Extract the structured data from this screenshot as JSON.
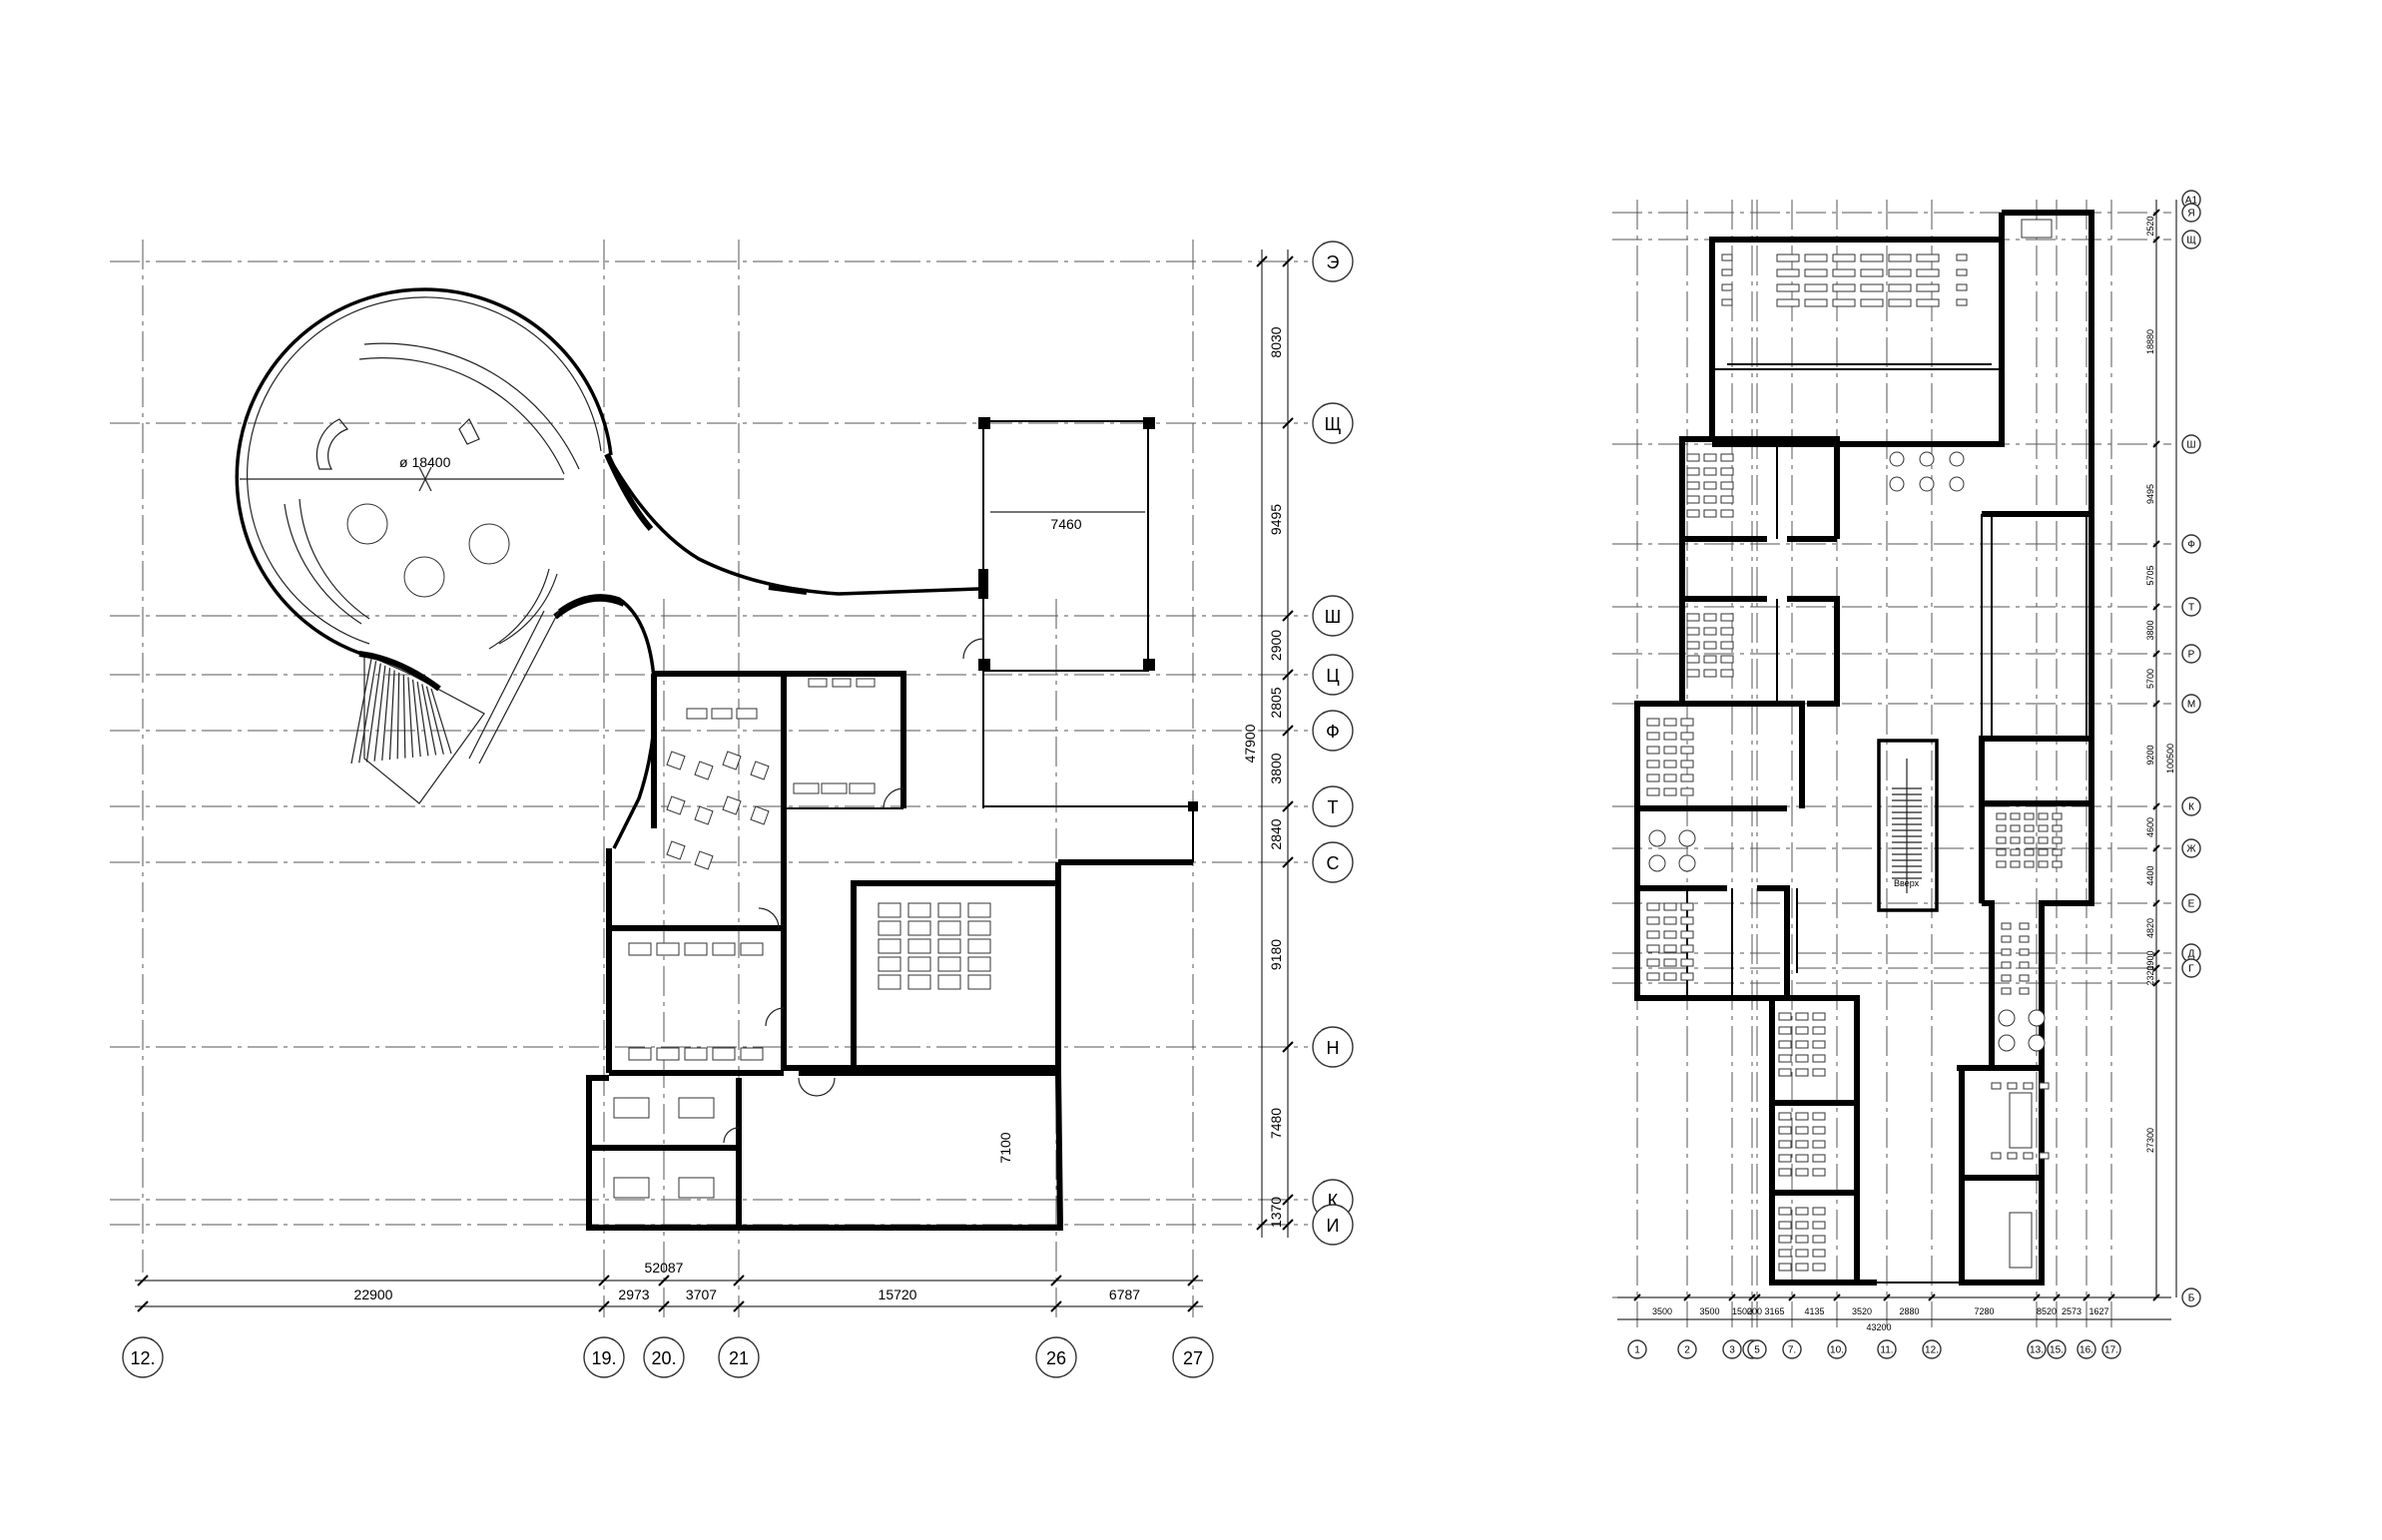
{
  "plan_a": {
    "dims_bottom": [
      "22900",
      "2973",
      "3707",
      "15720",
      "6787"
    ],
    "dim_total": "52087",
    "axes_bottom": [
      "12.",
      "19.",
      "20.",
      "21",
      "26",
      "27"
    ],
    "dims_right": [
      "8030",
      "9495",
      "2900",
      "2805",
      "3800",
      "2840",
      "9180",
      "7480",
      "1370"
    ],
    "dim_right_total": "47900",
    "axes_right": [
      "Э",
      "Щ",
      "Ш",
      "Ц",
      "Ф",
      "Т",
      "С",
      "Н",
      "К",
      "И"
    ],
    "dim_room_width": "7460",
    "dim_room_depth": "7100",
    "dim_diameter": "ø 18400"
  },
  "plan_b": {
    "dims_bottom": [
      "3500",
      "3500",
      "1500",
      "200",
      "3165",
      "4135",
      "3520",
      "2880",
      "7280",
      "8520",
      "2573",
      "1627"
    ],
    "dim_total": "43200",
    "axes_bottom": [
      "1",
      "2",
      "3",
      "4",
      "5",
      "7.",
      "10.",
      "11.",
      "12.",
      "13.",
      "15.",
      "16.",
      "17."
    ],
    "dims_right": [
      "2520",
      "18880",
      "9495",
      "5705",
      "3800",
      "5700",
      "9200",
      "4600",
      "4400",
      "4820",
      "1900",
      "2320",
      "27300"
    ],
    "dim_right_total": "100500",
    "axes_right": [
      "А1",
      "Я",
      "Щ",
      "Ш",
      "Ф",
      "Т",
      "Р",
      "М",
      "К",
      "Ж",
      "Е",
      "Д",
      "Г",
      "Б"
    ],
    "stair_label": "Вверх"
  }
}
